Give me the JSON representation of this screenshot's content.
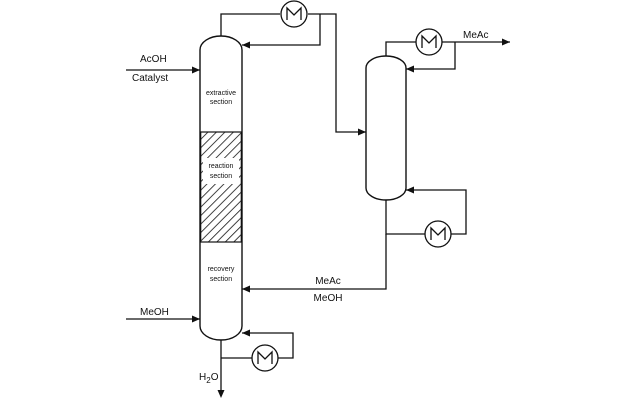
{
  "streams": {
    "acoh": "AcOH",
    "catalyst": "Catalyst",
    "meoh_feed": "MeOH",
    "meac_top": "MeAc",
    "recycle_meac": "MeAc",
    "recycle_meoh": "MeOH",
    "water_main": "H",
    "water_sub": "2",
    "water_end": "O"
  },
  "sections": {
    "extractive": [
      "extractive",
      "section"
    ],
    "reaction": [
      "reaction",
      "section"
    ],
    "recovery": [
      "recovery",
      "section"
    ]
  },
  "icons": {
    "condenser_main": "heat-exchanger",
    "condenser_second": "heat-exchanger",
    "reboiler_second": "heat-exchanger",
    "reboiler_main": "heat-exchanger"
  },
  "colors": {
    "ink": "#111111",
    "background": "#ffffff"
  }
}
